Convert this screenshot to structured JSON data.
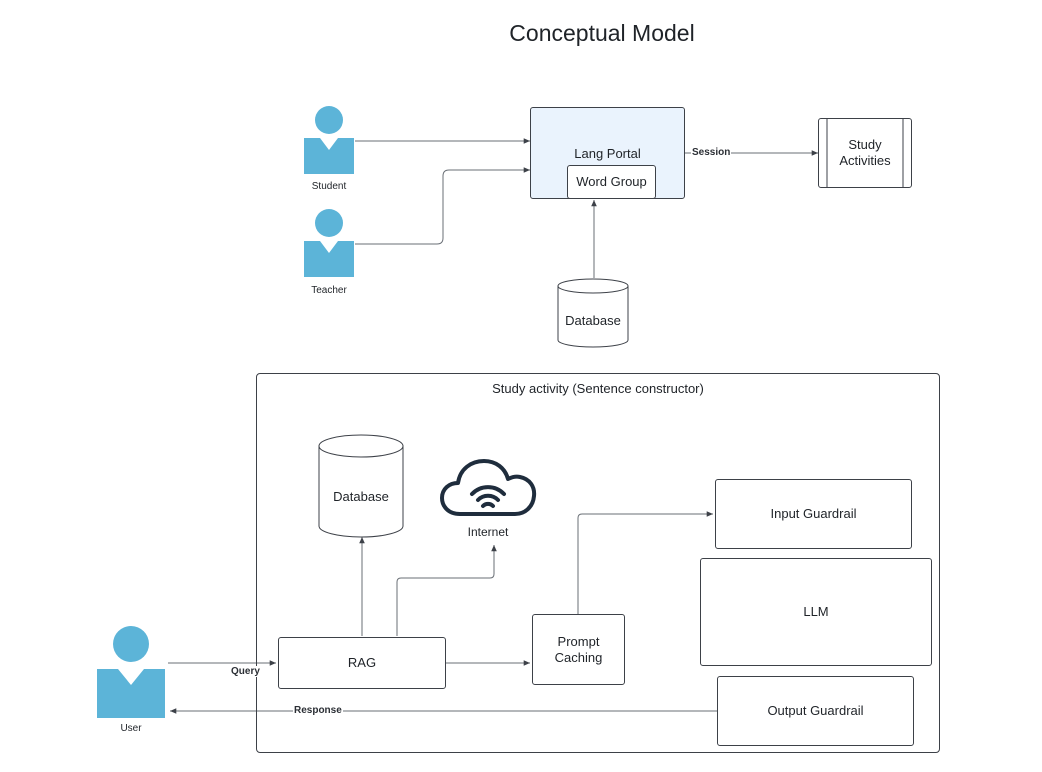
{
  "title": "Conceptual Model",
  "colors": {
    "actor": "#5cb4d8",
    "portal_fill": "#eaf3fd",
    "stroke": "#3d4148"
  },
  "actors": {
    "student": "Student",
    "teacher": "Teacher",
    "user": "User"
  },
  "nodes": {
    "lang_portal": "Lang Portal",
    "word_group": "Word Group",
    "study_activities": "Study\nActivities",
    "database_top": "Database",
    "database_bottom": "Database",
    "internet": "Internet",
    "rag": "RAG",
    "prompt_caching": "Prompt\nCaching",
    "input_guardrail": "Input Guardrail",
    "llm": "LLM",
    "output_guardrail": "Output Guardrail"
  },
  "frame_title": "Study activity (Sentence constructor)",
  "edges": {
    "session": "Session",
    "query": "Query",
    "response": "Response"
  },
  "icons": [
    "person-icon",
    "database-icon",
    "cloud-wifi-icon"
  ]
}
